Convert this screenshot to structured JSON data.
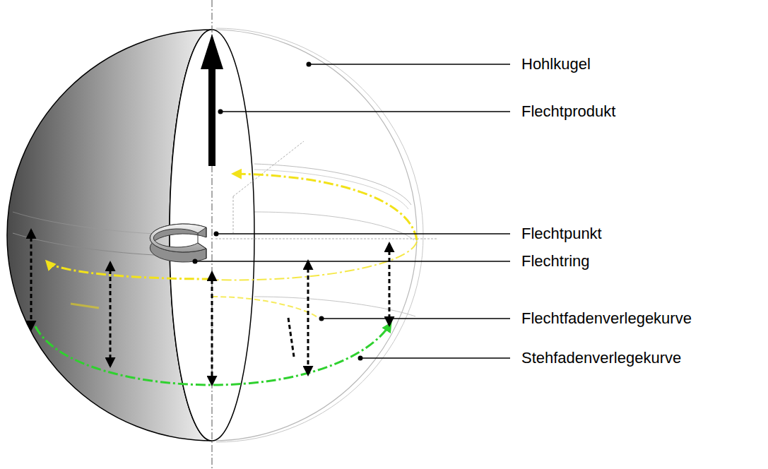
{
  "diagram": {
    "labels": [
      "Hohlkugel",
      "Flechtprodukt",
      "Flechtpunkt",
      "Flechtring",
      "Flechtfadenverlegekurve",
      "Stehfadenverlegekurve"
    ]
  }
}
